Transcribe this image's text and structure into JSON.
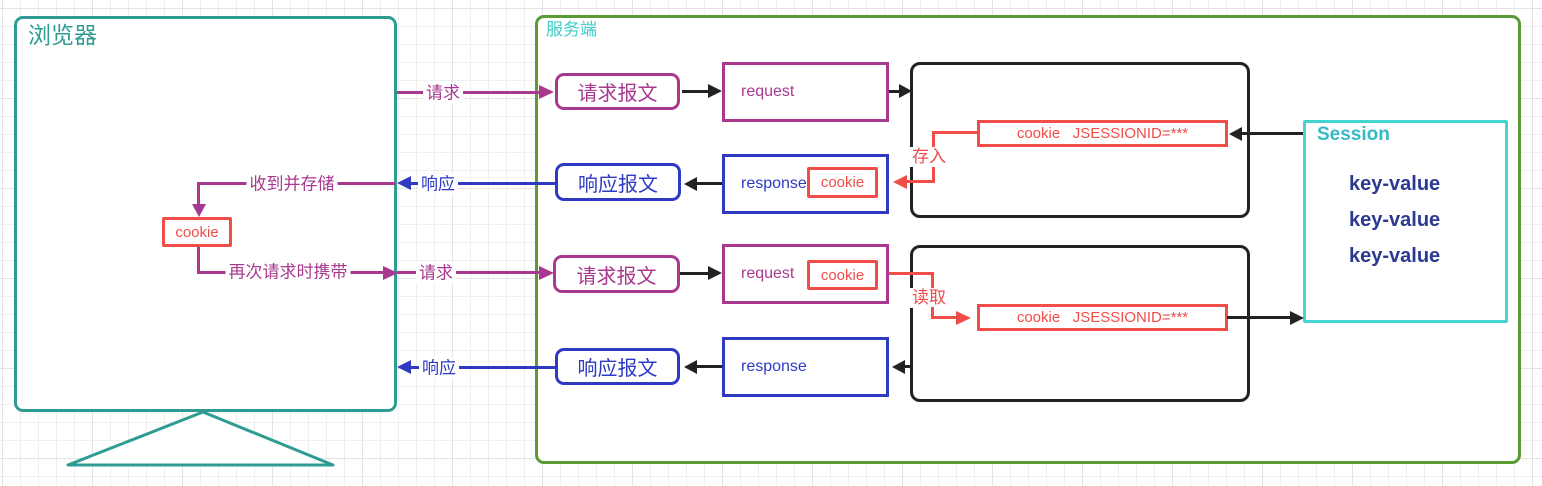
{
  "browser": {
    "title": "浏览器",
    "cookie": "cookie",
    "received_store": "收到并存储",
    "resend_with": "再次请求时携带"
  },
  "flows": {
    "request1": "请求",
    "response1": "响应",
    "request2": "请求",
    "response2": "响应"
  },
  "server": {
    "title": "服务端",
    "row1": {
      "request_msg": "请求报文",
      "request": "request",
      "store": "存入",
      "cookie_session": "cookie   JSESSIONID=***",
      "response_msg": "响应报文",
      "response": "response",
      "cookie": "cookie"
    },
    "row2": {
      "request_msg": "请求报文",
      "request": "request",
      "cookie": "cookie",
      "read": "读取",
      "cookie_session": "cookie   JSESSIONID=***",
      "response_msg": "响应报文",
      "response": "response"
    },
    "session": {
      "title": "Session",
      "entries": [
        "key-value",
        "key-value",
        "key-value"
      ]
    }
  },
  "colors": {
    "browser_teal": "#2e9c93",
    "server_green": "#5b9b35",
    "server_label_cyan": "#3ecdc7",
    "session_border": "#45d5d0",
    "session_title": "#35bac5",
    "key_value_navy": "#2b3990",
    "purple": "#a8398f",
    "blue": "#2e3ac2",
    "red": "#f04d49",
    "black": "#222222"
  }
}
